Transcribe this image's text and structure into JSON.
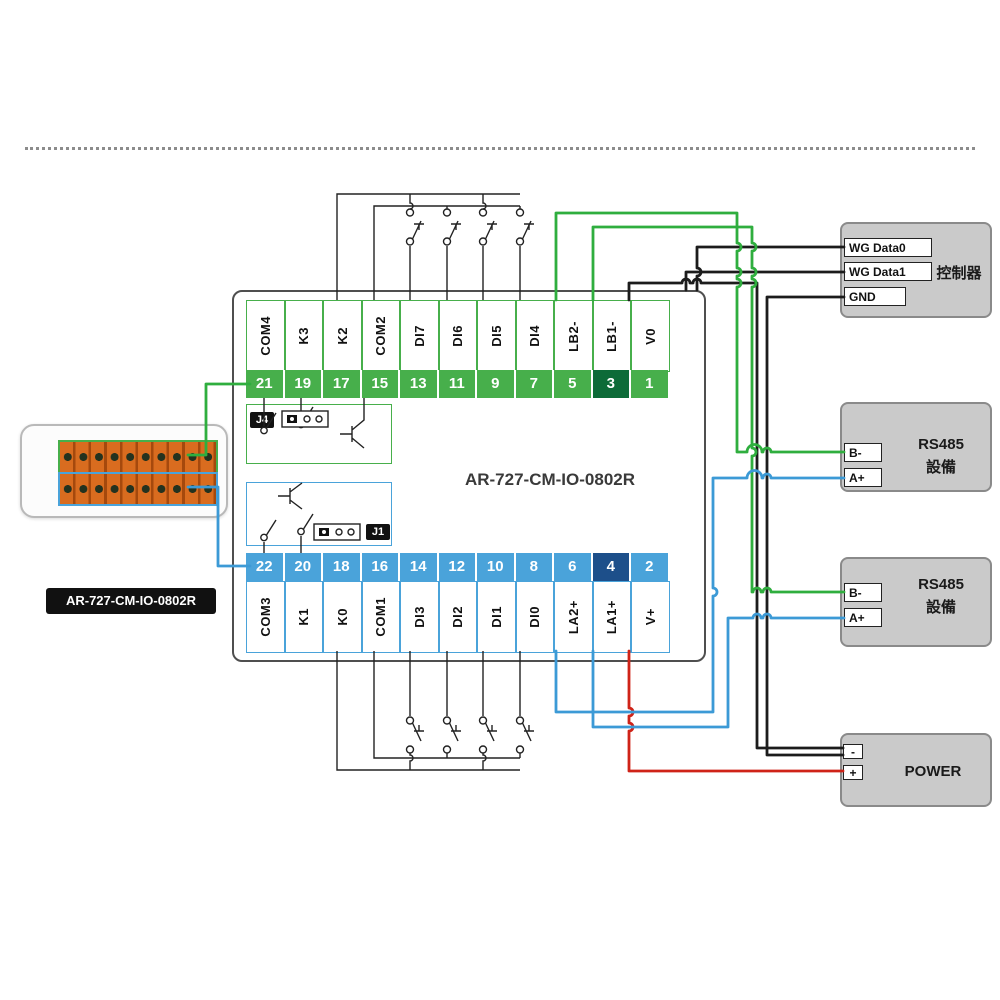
{
  "device": {
    "model": "AR-727-CM-IO-0802R",
    "jumpers": {
      "j4": "J4",
      "j1": "J1"
    },
    "top_row": [
      {
        "num": "21",
        "label": "COM4"
      },
      {
        "num": "19",
        "label": "K3"
      },
      {
        "num": "17",
        "label": "K2"
      },
      {
        "num": "15",
        "label": "COM2"
      },
      {
        "num": "13",
        "label": "DI7"
      },
      {
        "num": "11",
        "label": "DI6"
      },
      {
        "num": "9",
        "label": "DI5"
      },
      {
        "num": "7",
        "label": "DI4"
      },
      {
        "num": "5",
        "label": "LB2-"
      },
      {
        "num": "3",
        "label": "LB1-"
      },
      {
        "num": "1",
        "label": "V0"
      }
    ],
    "bottom_row": [
      {
        "num": "22",
        "label": "COM3"
      },
      {
        "num": "20",
        "label": "K1"
      },
      {
        "num": "18",
        "label": "K0"
      },
      {
        "num": "16",
        "label": "COM1"
      },
      {
        "num": "14",
        "label": "DI3"
      },
      {
        "num": "12",
        "label": "DI2"
      },
      {
        "num": "10",
        "label": "DI1"
      },
      {
        "num": "8",
        "label": "DI0"
      },
      {
        "num": "6",
        "label": "LA2+"
      },
      {
        "num": "4",
        "label": "LA1+"
      },
      {
        "num": "2",
        "label": "V+"
      }
    ]
  },
  "connector_label": "AR-727-CM-IO-0802R",
  "controller": {
    "label": "控制器",
    "pins": [
      "WG Data0",
      "WG Data1",
      "GND"
    ]
  },
  "rs485_1": {
    "line1": "RS485",
    "line2": "設備",
    "pins": [
      "B-",
      "A+"
    ]
  },
  "rs485_2": {
    "line1": "RS485",
    "line2": "設備",
    "pins": [
      "B-",
      "A+"
    ]
  },
  "power": {
    "label": "POWER",
    "pins": [
      "-",
      "+"
    ]
  },
  "colors": {
    "terminal_green": "#47af4b",
    "terminal_green_dark": "#0d6b38",
    "terminal_blue": "#4aa3da",
    "terminal_blue_dark": "#1d4f8a",
    "wire_green": "#2fae3e",
    "wire_blue": "#3c9ad6",
    "wire_red": "#cf2318",
    "wire_black": "#1c1c1c"
  }
}
